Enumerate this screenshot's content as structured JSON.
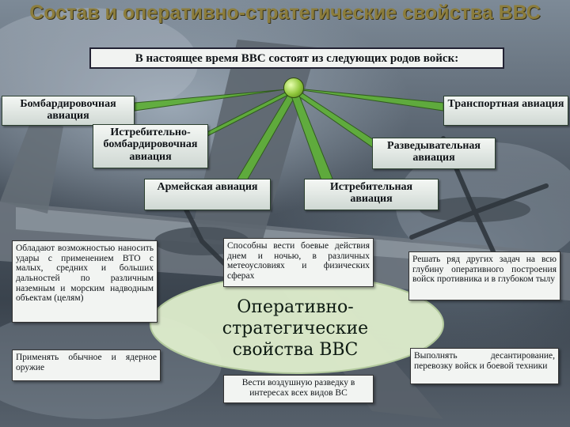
{
  "slide": {
    "title": "Состав и оперативно-стратегические свойства ВВС",
    "header": "В настоящее время ВВС состоят из следующих родов войск:",
    "branches": {
      "bomber": "Бомбардировочная авиация",
      "transport": "Транспортная авиация",
      "fighter_bomber": "Истребительно-бомбардировочная авиация",
      "reconnaissance": "Разведывательная авиация",
      "army": "Армейская авиация",
      "fighter": "Истребительная авиация"
    },
    "center_label": "Оперативно-стратегические свойства ВВС",
    "properties": {
      "strike": "Обладают возможностью наносить удары с применением ВТО с малых, средних и больших дальностей по различным наземным и морским надводным объектам (целям)",
      "nuclear": "Применять обычное и ядерное оружие",
      "all_weather": "Способны вести боевые действия днем и ночью, в различных метеоусловиях и физических сферах",
      "deep_operations": "Решать ряд других задач на всю глубину оперативного построения войск противника и в глубоком тылу",
      "reconnaissance": "Вести воздушную разведку в интересах всех видов ВС",
      "airborne": "Выполнять десантирование, перевозку войск и боевой техники"
    }
  },
  "colors": {
    "title": "#8c7d3c",
    "connector_fill": "#5fae3a",
    "oval_fill": "#dfeecd",
    "hub": "#8fc63b"
  }
}
